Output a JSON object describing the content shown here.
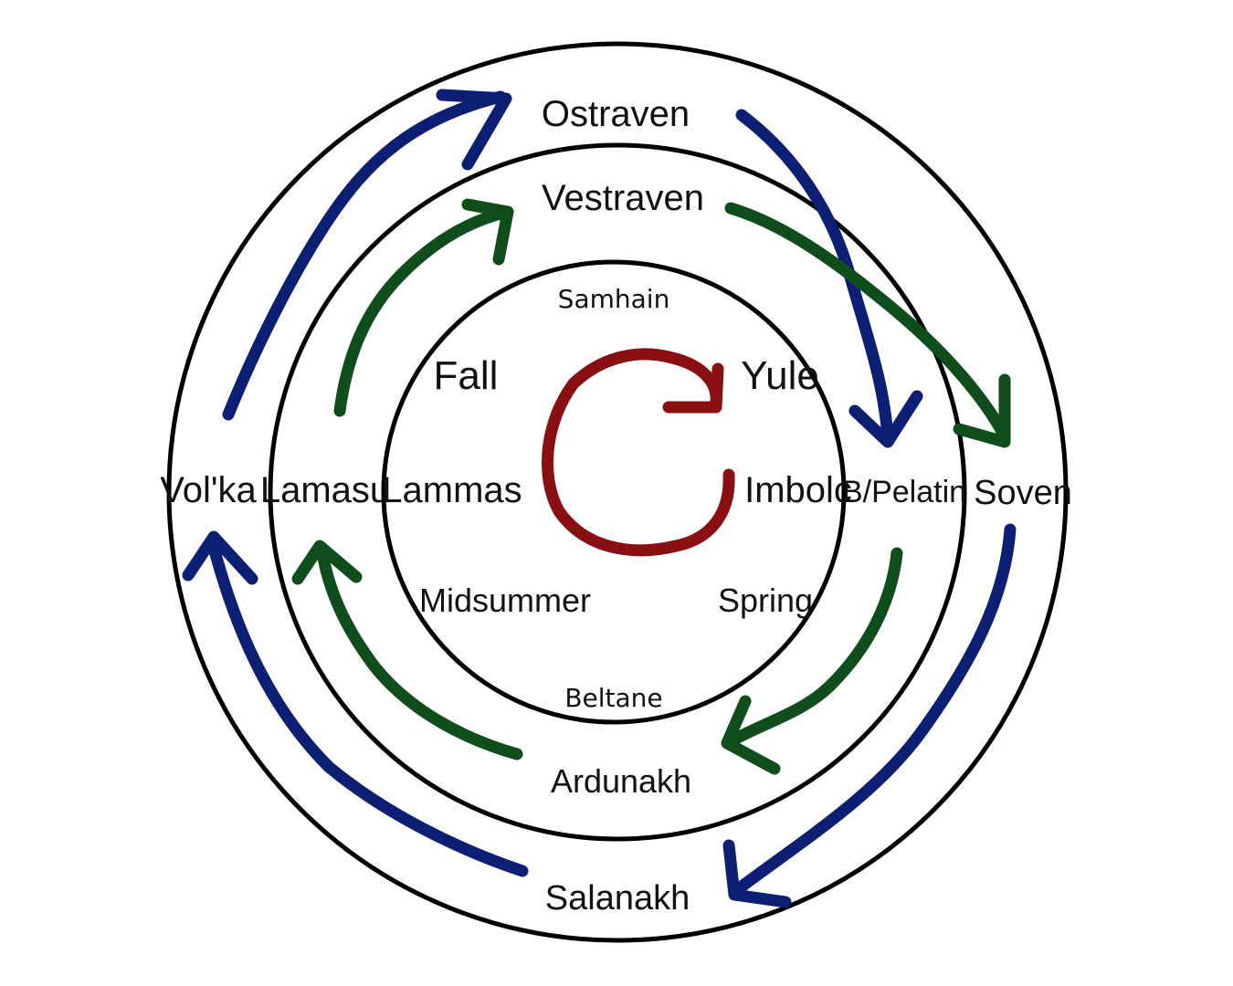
{
  "colors": {
    "outer_arrows": "#0d1f73",
    "middle_arrows": "#0f4d1c",
    "center_arrow": "#8a0f12",
    "rings": "#000000"
  },
  "outer_ring": {
    "top": "Ostraven",
    "right": "Soven",
    "bottom": "Salanakh",
    "left": "Vol'ka"
  },
  "middle_ring": {
    "top": "Vestraven",
    "right": "B/Pelatin",
    "bottom": "Ardunakh",
    "left": "Lamasu"
  },
  "inner_ring": {
    "top": "Samhain",
    "top_right": "Yule",
    "right": "Imbolc",
    "bottom_right": "Spring",
    "bottom": "Beltane",
    "bottom_left": "Midsummer",
    "left": "Lammas",
    "top_left": "Fall"
  },
  "rotation_direction": "clockwise"
}
